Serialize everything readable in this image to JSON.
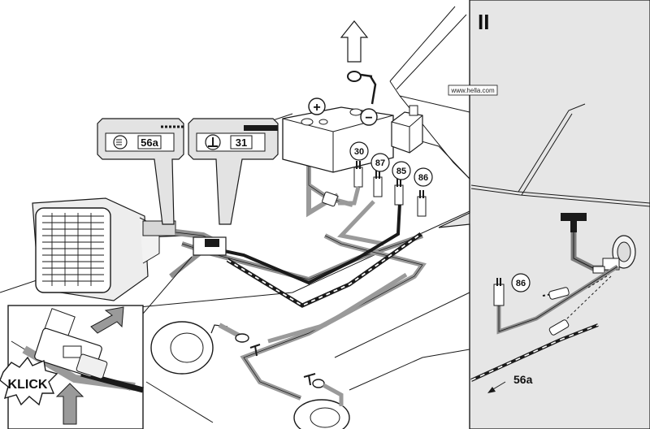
{
  "panel": {
    "roman": "II"
  },
  "watermark": "www.hella.com",
  "callouts": {
    "lamp_terminal": "56a",
    "ground_terminal": "31"
  },
  "relay_pins": [
    "30",
    "87",
    "85",
    "86"
  ],
  "inset_pin": "86",
  "inset_wire_label": "56a",
  "click_label": "KLICK",
  "battery": {
    "plus": "+",
    "minus": "−"
  },
  "colors": {
    "panel_bg": "#e6e6e6",
    "line": "#1a1a1a",
    "wire_gray": "#9a9a9a"
  }
}
